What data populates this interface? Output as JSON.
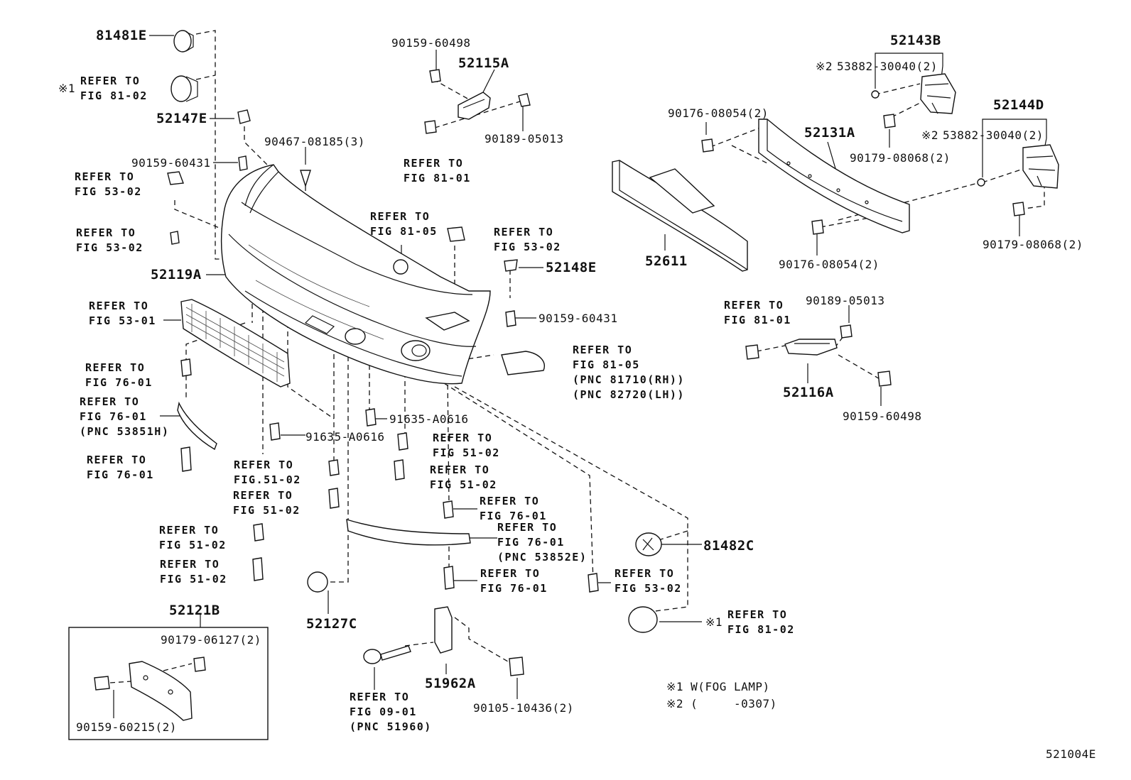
{
  "diagram_id": "521004E",
  "parts": {
    "p81481E": "81481E",
    "p52147E": "52147E",
    "p90159_60431_l": "90159-60431",
    "p90467": "90467-08185(3)",
    "p52119A": "52119A",
    "p90159_60498_t": "90159-60498",
    "p52115A": "52115A",
    "p90189_05013_t": "90189-05013",
    "p52148E": "52148E",
    "p90159_60431_r": "90159-60431",
    "p91635_c": "91635-A0616",
    "p91635_l": "91635-A0616",
    "p52127C": "52127C",
    "p52121B": "52121B",
    "p90179_06127": "90179-06127(2)",
    "p90159_60215": "90159-60215(2)",
    "p51962A": "51962A",
    "p90105": "90105-10436(2)",
    "p81482C": "81482C",
    "p52143B": "52143B",
    "p53882_a": "53882-30040(2)",
    "p90176_a": "90176-08054(2)",
    "p52131A": "52131A",
    "p90179_08068_a": "90179-08068(2)",
    "p52144D": "52144D",
    "p53882_b": "53882-30040(2)",
    "p90179_08068_b": "90179-08068(2)",
    "p52611": "52611",
    "p90176_b": "90176-08054(2)",
    "p90189_05013_r": "90189-05013",
    "p52116A": "52116A",
    "p90159_60498_r": "90159-60498"
  },
  "marks": {
    "m1": "※1",
    "m2": "※2"
  },
  "refs": {
    "r1": "REFER TO\nFIG 81-02",
    "r2": "REFER TO\nFIG 53-02",
    "r3": "REFER TO\nFIG 53-02",
    "r4": "REFER TO\nFIG 53-01",
    "r5": "REFER TO\nFIG 76-01",
    "r6": "REFER TO\nFIG 76-01\n(PNC 53851H)",
    "r7": "REFER TO\nFIG 76-01",
    "r8": "REFER TO\nFIG.51-02",
    "r9": "REFER TO\nFIG 51-02",
    "r10": "REFER TO\nFIG 51-02",
    "r11": "REFER TO\nFIG 51-02",
    "r12": "REFER TO\nFIG 81-01",
    "r13": "REFER TO\nFIG 81-05",
    "r14": "REFER TO\nFIG 53-02",
    "r15": "REFER TO\nFIG 81-05\n(PNC 81710(RH))\n(PNC 82720(LH))",
    "r16": "REFER TO\nFIG 51-02",
    "r17": "REFER TO\nFIG 51-02",
    "r18": "REFER TO\nFIG 76-01",
    "r19": "REFER TO\nFIG 76-01\n(PNC 53852E)",
    "r20": "REFER TO\nFIG 76-01",
    "r21": "REFER TO\nFIG 53-02",
    "r22": "REFER TO\nFIG 81-02",
    "r23": "REFER TO\nFIG 09-01\n(PNC 51960)",
    "r24": "REFER TO\nFIG 81-01"
  },
  "legend": {
    "line1": "※1 W(FOG LAMP)",
    "line2": "※2 (     -0307)"
  }
}
